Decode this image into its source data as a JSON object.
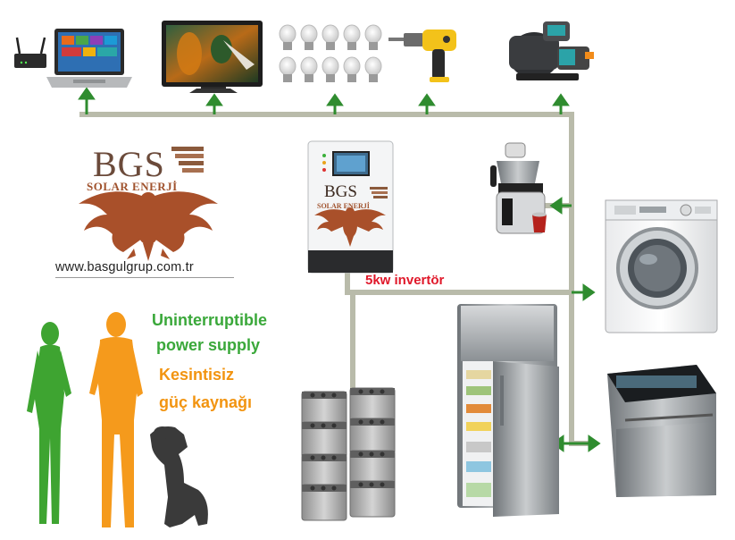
{
  "brand": {
    "logo_letters": "BGS",
    "logo_subtitle": "SOLAR ENERJİ",
    "website": "www.basgulgrup.com.tr"
  },
  "inverter": {
    "label": "5kw invertör",
    "logo_letters": "BGS",
    "logo_subtitle": "SOLAR ENERJİ"
  },
  "ups": {
    "line1_en": "Uninterruptible",
    "line2_en": "power supply",
    "line1_tr": "Kesintisiz",
    "line2_tr": "güç kaynağı"
  },
  "colors": {
    "wire": "#b9bbaa",
    "arrow": "#2f8c2f",
    "text_green": "#3aa83a",
    "text_orange": "#f29410",
    "label_red": "#e0182a",
    "logo_brown": "#a0522d"
  },
  "devices": [
    "router",
    "laptop",
    "television",
    "led-bulbs",
    "power-drill",
    "water-pump",
    "tea-maker",
    "washing-machine",
    "dishwasher",
    "refrigerator",
    "inverter",
    "battery-bank"
  ]
}
